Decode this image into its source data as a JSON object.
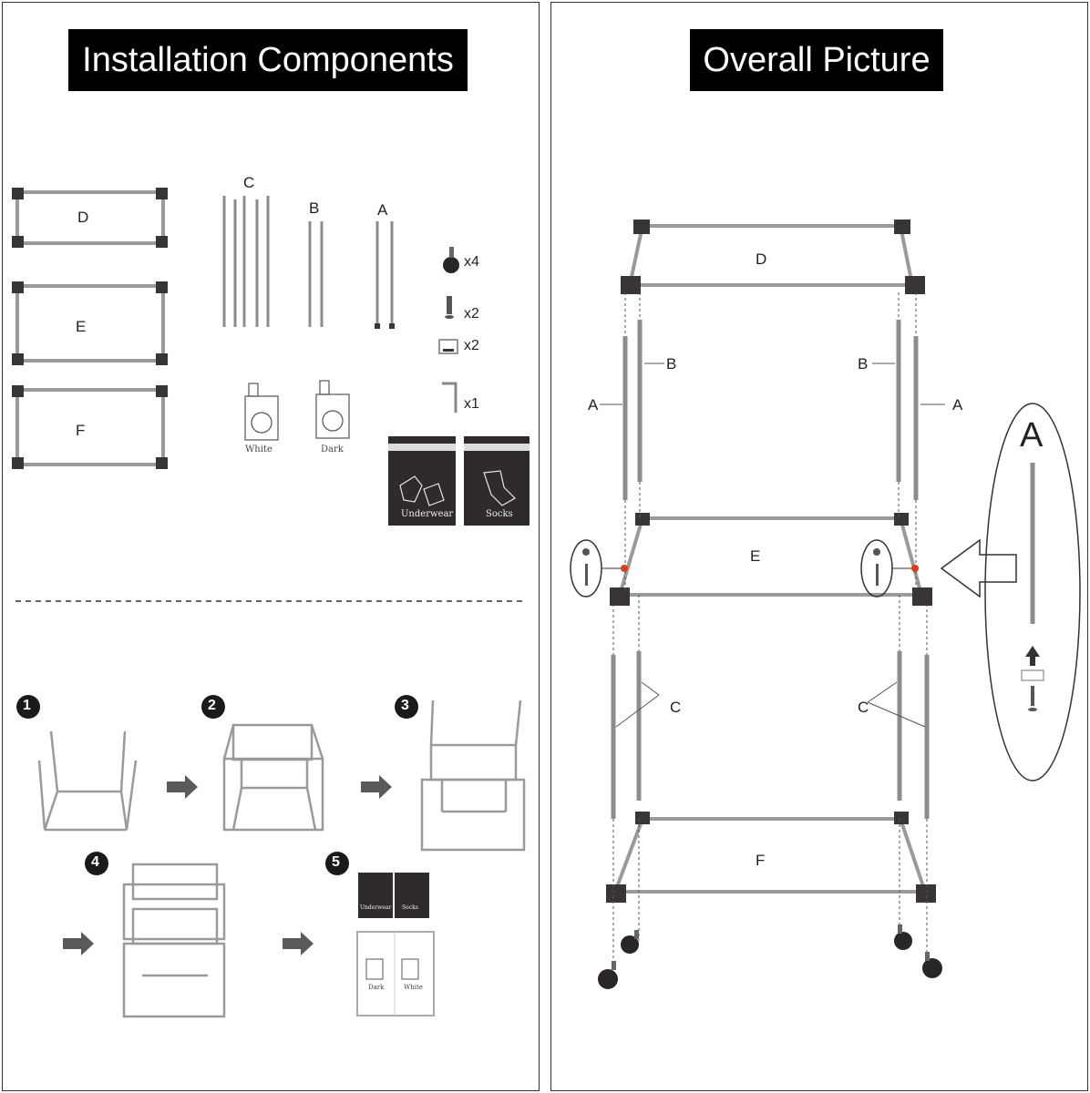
{
  "left_panel": {
    "title": "Installation Components",
    "frames": [
      "D",
      "E",
      "F"
    ],
    "poles": [
      "C",
      "B",
      "A"
    ],
    "hardware": [
      {
        "icon": "caster-wheel-icon",
        "qty": "x4"
      },
      {
        "icon": "screw-icon",
        "qty": "x2"
      },
      {
        "icon": "bracket-icon",
        "qty": "x2"
      },
      {
        "icon": "allen-key-icon",
        "qty": "x1"
      }
    ],
    "bag_labels": [
      "White",
      "Dark"
    ],
    "laundry_bags": [
      "Underwear",
      "Socks"
    ],
    "steps": [
      "1",
      "2",
      "3",
      "4",
      "5"
    ],
    "step5_bags": {
      "top": [
        "Underwear",
        "Socks"
      ],
      "bottom": [
        "Dark",
        "White"
      ]
    }
  },
  "right_panel": {
    "title": "Overall Picture",
    "tiers": [
      "D",
      "E",
      "F"
    ],
    "poles_left": [
      "A",
      "B"
    ],
    "poles_right": [
      "B",
      "A"
    ],
    "pole_c": [
      "C",
      "C"
    ],
    "detail_label": "A"
  },
  "colors": {
    "title_bg": "#000000",
    "frame": "#9a9a9a",
    "corner": "#3a3535",
    "bag": "#2f2b2b",
    "dot": "#e03a1c"
  }
}
